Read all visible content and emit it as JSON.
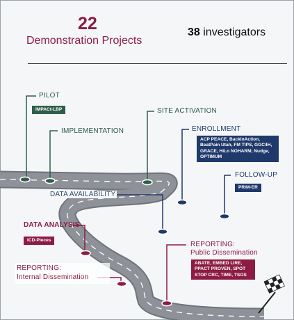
{
  "summary": {
    "projects_count": "22",
    "projects_label": "Demonstration Projects",
    "investigators_count": "38",
    "investigators_label": "investigators"
  },
  "milestones": {
    "pilot": {
      "label": "PILOT",
      "tag": "IMPACt-LBP"
    },
    "implementation": {
      "label": "IMPLEMENTATION"
    },
    "site_activation": {
      "label": "SITE ACTIVATION"
    },
    "enrollment": {
      "label": "ENROLLMENT",
      "tag_lines": [
        "ACP PEACE, BackInAction,",
        "BeatPain Utah, FM TIPS, GGC4H,",
        "GRACE, HiLo  NOHARM, Nudge,",
        "OPTIMUM"
      ]
    },
    "follow_up": {
      "label": "FOLLOW-UP",
      "tag": "PRIM-ER"
    },
    "data_availability": {
      "label": "DATA AVAILABILITY"
    },
    "data_analysis": {
      "label": "DATA ANALYSIS",
      "tag": "ICD-Pieces"
    },
    "reporting_public": {
      "label": "REPORTING:",
      "sublabel": "Public Dissemination",
      "tag_lines": [
        "ABATE, EMBED  LIRE,",
        "PPACT PROVEN, SPOT",
        "STOP CRC, TIME, TSOS"
      ]
    },
    "reporting_internal": {
      "label": "REPORTING:",
      "sublabel": "Internal Dissemination"
    }
  },
  "colors": {
    "green": "#2f5e4b",
    "blue": "#20396b",
    "maroon": "#8c1c42",
    "road": "#8e9298"
  },
  "icons": {
    "finish": "checkered-flag-icon"
  }
}
